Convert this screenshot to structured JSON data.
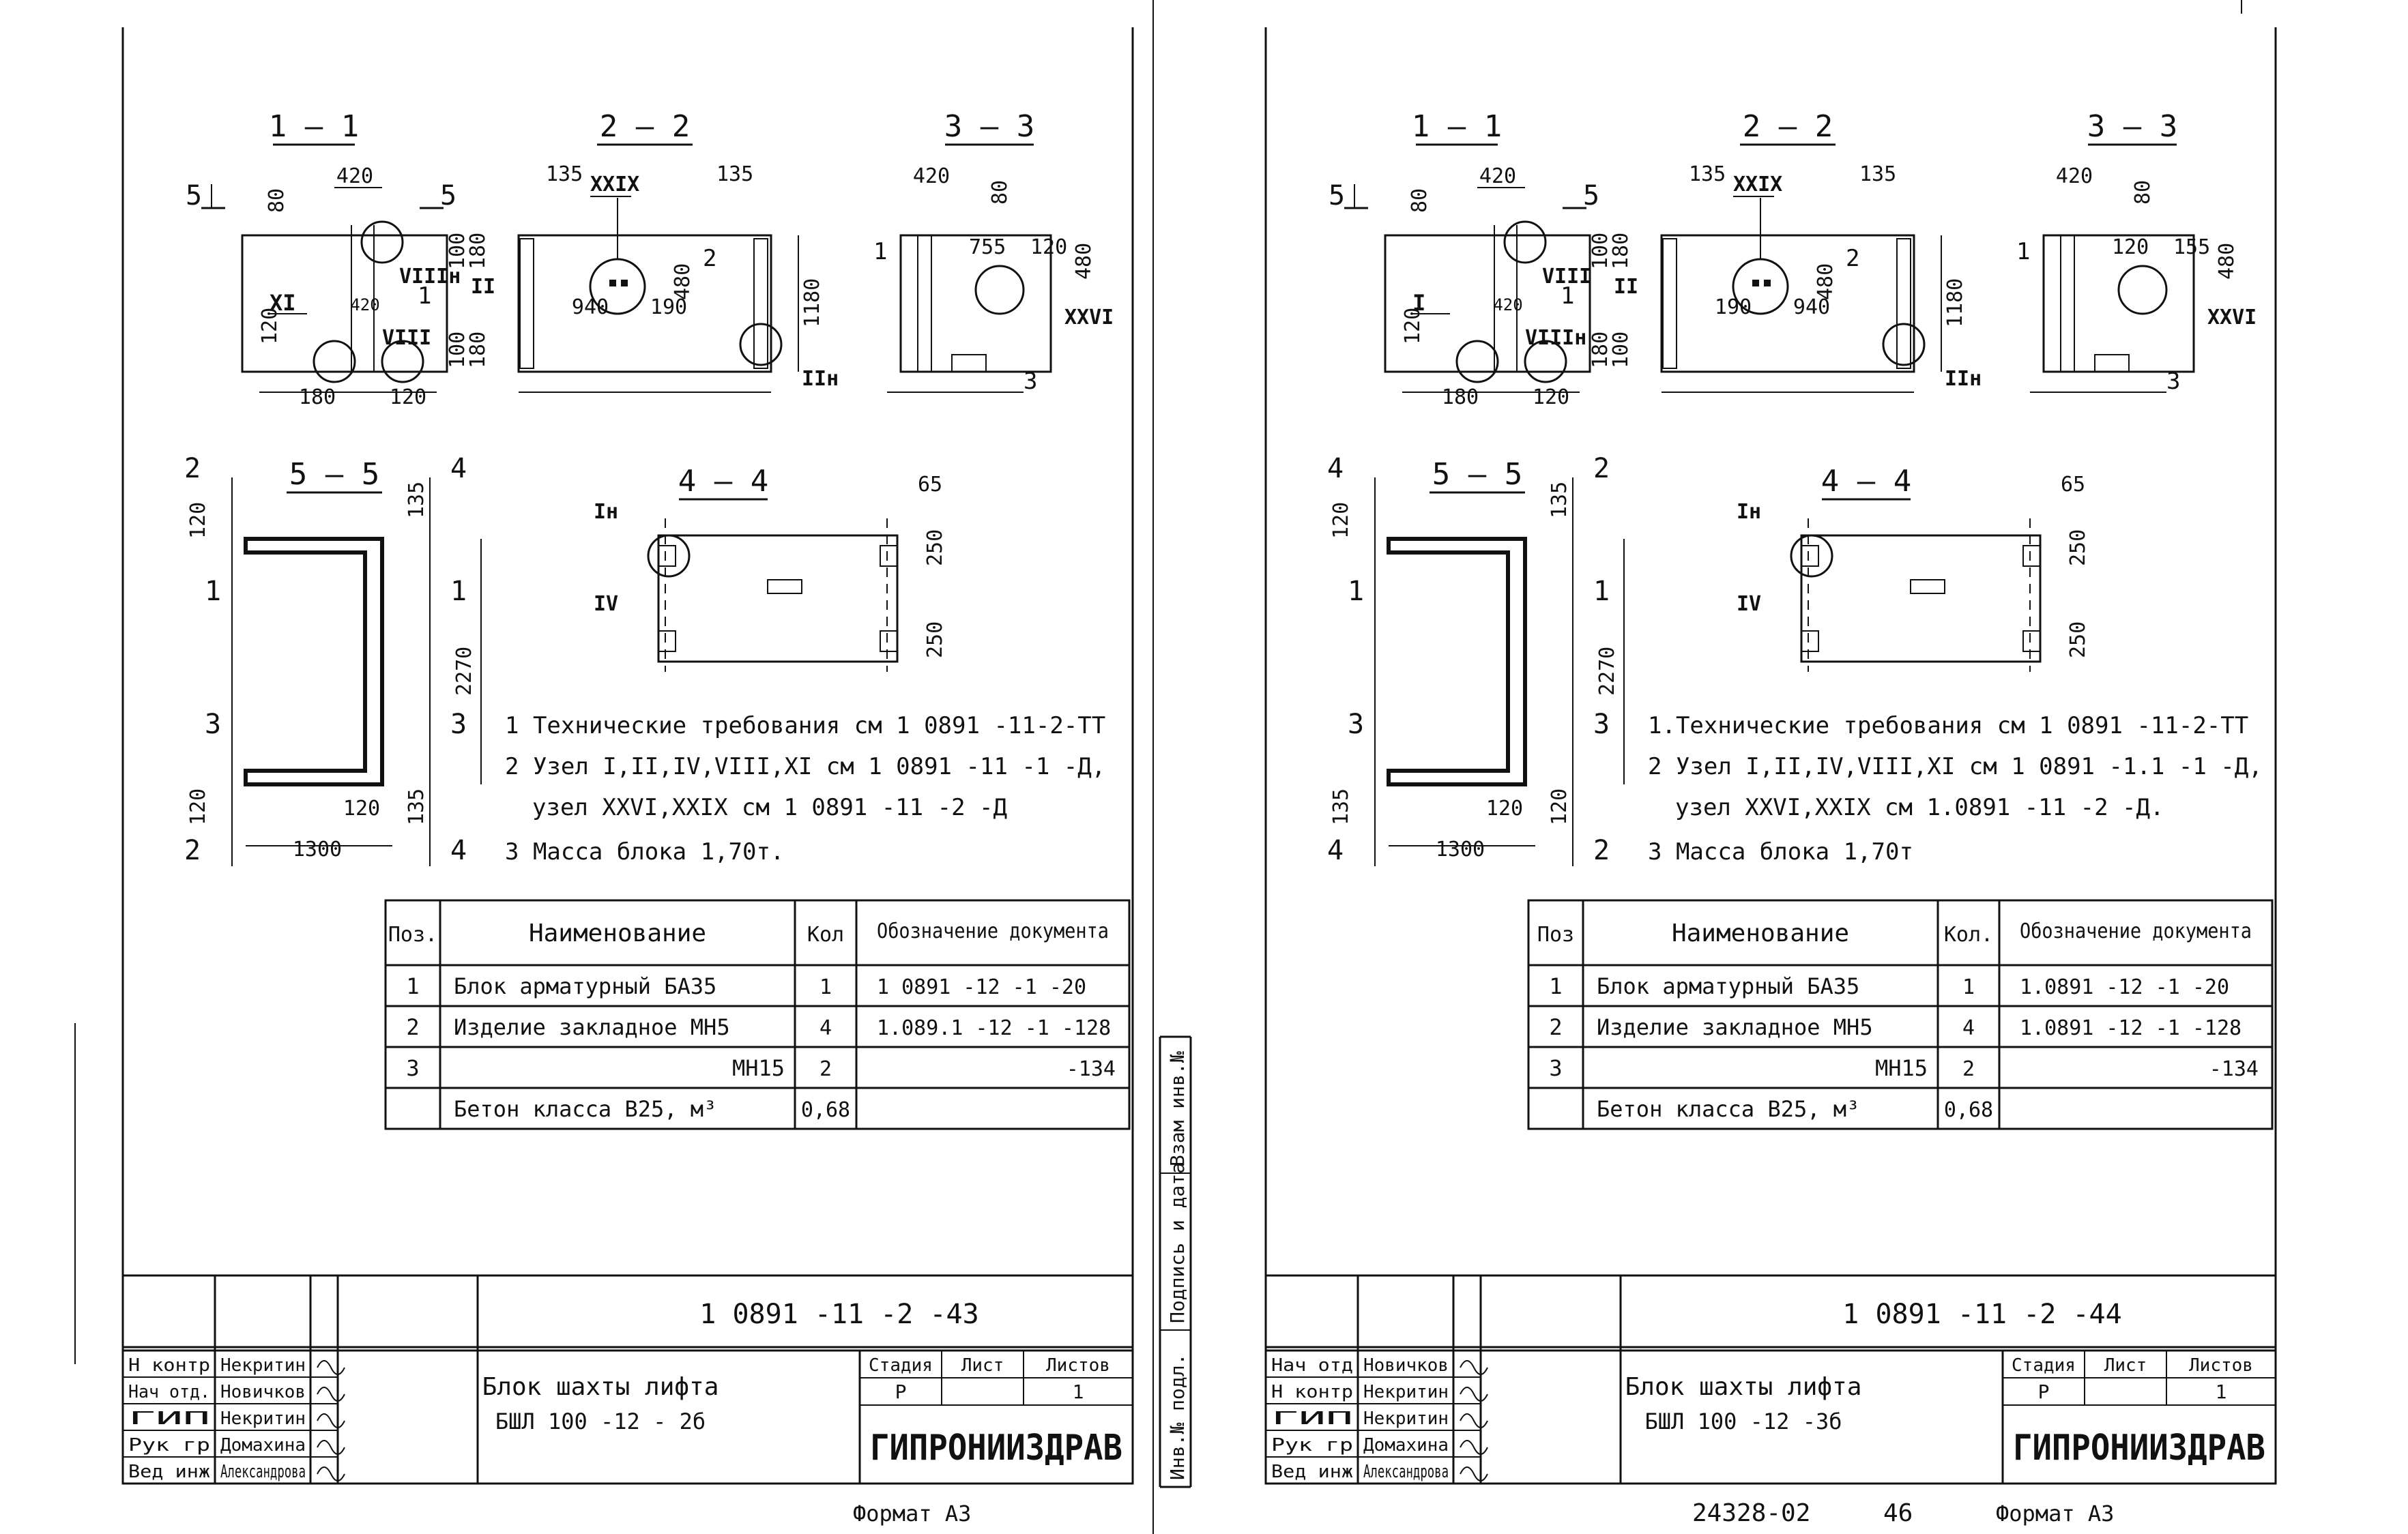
{
  "sheets": [
    {
      "id": "left",
      "views": {
        "s11": {
          "title": "1 – 1",
          "cut": "5",
          "dims": [
            "420",
            "80",
            "120",
            "420",
            "120",
            "180",
            "120"
          ],
          "nodes": [
            "XI",
            "VIIIн",
            "VIII"
          ],
          "pos": "1"
        },
        "s22": {
          "title": "2 – 2",
          "dims": [
            "135",
            "135",
            "100",
            "180",
            "100",
            "180",
            "480",
            "940",
            "190",
            "1180"
          ],
          "nodes": [
            "XXIX",
            "II",
            "IIн"
          ],
          "pos": "2"
        },
        "s33": {
          "title": "3 – 3",
          "dims": [
            "420",
            "80",
            "755",
            "120",
            "480",
            "420",
            "120",
            "120",
            "180"
          ],
          "nodes": [
            "XXVI"
          ],
          "pos": [
            "1",
            "3"
          ]
        },
        "s55": {
          "title": "5 – 5",
          "dims": [
            "120",
            "135",
            "2270",
            "120",
            "120",
            "135",
            "1300"
          ],
          "cuts": [
            "2",
            "1",
            "3",
            "2",
            "4",
            "1",
            "3",
            "4"
          ]
        },
        "s44": {
          "title": "4 – 4",
          "dims": [
            "65",
            "250",
            "250"
          ],
          "nodes": [
            "Iн",
            "IV"
          ]
        }
      },
      "notes": [
        "1 Технические требования см 1 0891 -11-2-ТТ",
        "2 Узел I,II,IV,VIII,XI см 1 0891 -11 -1 -Д,",
        "узел XXVI,XXIX см 1 0891 -11 -2 -Д",
        "3 Масса блока 1,70т."
      ],
      "spec": {
        "headers": [
          "Поз.",
          "Наименование",
          "Кол",
          "Обозначение документа"
        ],
        "rows": [
          [
            "1",
            "Блок арматурный БА35",
            "1",
            "1 0891 -12 -1 -20"
          ],
          [
            "2",
            "Изделие закладное МН5",
            "4",
            "1.089.1 -12 -1 -128"
          ],
          [
            "3",
            "МН15",
            "2",
            "-134"
          ],
          [
            "",
            "Бетон класса В25, м³",
            "0,68",
            ""
          ]
        ]
      },
      "titleblock": {
        "code": "1 0891 -11 -2 -43",
        "name_line1": "Блок шахты лифта",
        "name_line2": "БШЛ 100 -12 - 2б",
        "stage_headers": [
          "Стадия",
          "Лист",
          "Листов"
        ],
        "stage_values": [
          "Р",
          "",
          "1"
        ],
        "org": "ГИПРОНИИЗДРАВ",
        "people": [
          [
            "Н контр",
            "Некритин"
          ],
          [
            "Нач отд.",
            "Новичков"
          ],
          [
            "ГИП",
            "Некритин"
          ],
          [
            "Рук гр",
            "Домахина"
          ],
          [
            "Вед инж",
            "Александрова"
          ]
        ]
      },
      "format": "Формат А3"
    },
    {
      "id": "right",
      "views": {
        "s11": {
          "title": "1 – 1",
          "cut": "5",
          "dims": [
            "420",
            "80",
            "120",
            "420",
            "120",
            "180",
            "120"
          ],
          "nodes": [
            "I",
            "VIII",
            "VIIIн",
            "XI"
          ],
          "pos": "1"
        },
        "s22": {
          "title": "2 – 2",
          "dims": [
            "135",
            "135",
            "100",
            "180",
            "180",
            "100",
            "480",
            "190",
            "940",
            "1180"
          ],
          "nodes": [
            "XXIX",
            "II",
            "IIн"
          ],
          "pos": "2"
        },
        "s33": {
          "title": "3 – 3",
          "dims": [
            "420",
            "80",
            "120",
            "155",
            "480",
            "420",
            "180",
            "120"
          ],
          "nodes": [
            "XXVI"
          ],
          "pos": [
            "1",
            "3"
          ]
        },
        "s55": {
          "title": "5 – 5",
          "dims": [
            "120",
            "135",
            "2270",
            "135",
            "120",
            "120",
            "1300"
          ],
          "cuts": [
            "4",
            "1",
            "3",
            "4",
            "2",
            "1",
            "3",
            "2"
          ]
        },
        "s44": {
          "title": "4 – 4",
          "dims": [
            "65",
            "250",
            "250"
          ],
          "nodes": [
            "Iн",
            "IV"
          ]
        }
      },
      "notes": [
        "1.Технические требования см 1 0891 -11-2-ТТ",
        "2 Узел I,II,IV,VIII,XI см 1 0891 -1.1 -1 -Д,",
        "узел XXVI,XXIX см 1.0891 -11 -2 -Д.",
        "3 Масса блока 1,70т"
      ],
      "spec": {
        "headers": [
          "Поз",
          "Наименование",
          "Кол.",
          "Обозначение документа"
        ],
        "rows": [
          [
            "1",
            "Блок арматурный БА35",
            "1",
            "1.0891 -12 -1 -20"
          ],
          [
            "2",
            "Изделие закладное МН5",
            "4",
            "1.0891 -12 -1 -128"
          ],
          [
            "3",
            "МН15",
            "2",
            "-134"
          ],
          [
            "",
            "Бетон класса В25, м³",
            "0,68",
            ""
          ]
        ]
      },
      "titleblock": {
        "code": "1 0891 -11 -2 -44",
        "name_line1": "Блок шахты лифта",
        "name_line2": "БШЛ 100 -12 -3б",
        "stage_headers": [
          "Стадия",
          "Лист",
          "Листов"
        ],
        "stage_values": [
          "Р",
          "",
          "1"
        ],
        "org": "ГИПРОНИИЗДРАВ",
        "people": [
          [
            "Нач отд",
            "Новичков"
          ],
          [
            "Н контр",
            "Некритин"
          ],
          [
            "ГИП",
            "Некритин"
          ],
          [
            "Рук гр",
            "Домахина"
          ],
          [
            "Вед инж",
            "Александрова"
          ]
        ]
      },
      "format": "Формат А3",
      "side_labels": [
        "Инв.№ подл.",
        "Подпись и дата",
        "Взам инв.№"
      ],
      "bottom_code": "24328-02",
      "bottom_page": "46"
    }
  ]
}
